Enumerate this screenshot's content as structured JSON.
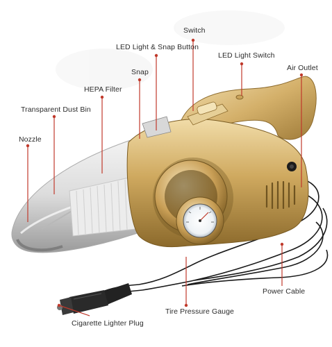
{
  "labels": {
    "switch": "Switch",
    "led_light_snap_button": "LED Light & Snap Button",
    "led_light_switch": "LED Light Switch",
    "air_outlet": "Air Outlet",
    "snap": "Snap",
    "hepa_filter": "HEPA Filter",
    "transparent_dust_bin": "Transparent Dust Bin",
    "nozzle": "Nozzle",
    "power_cable": "Power Cable",
    "tire_pressure_gauge": "Tire Pressure Gauge",
    "cigarette_lighter_plug": "Cigarette Lighter Plug"
  },
  "colors": {
    "leader_line": "#c0392b",
    "body_gold": "#c9a25a",
    "body_dark": "#8a6a2e",
    "body_light": "#ecd49c",
    "clear_bin": "#d8d8d8",
    "cable": "#1a1a1a"
  }
}
